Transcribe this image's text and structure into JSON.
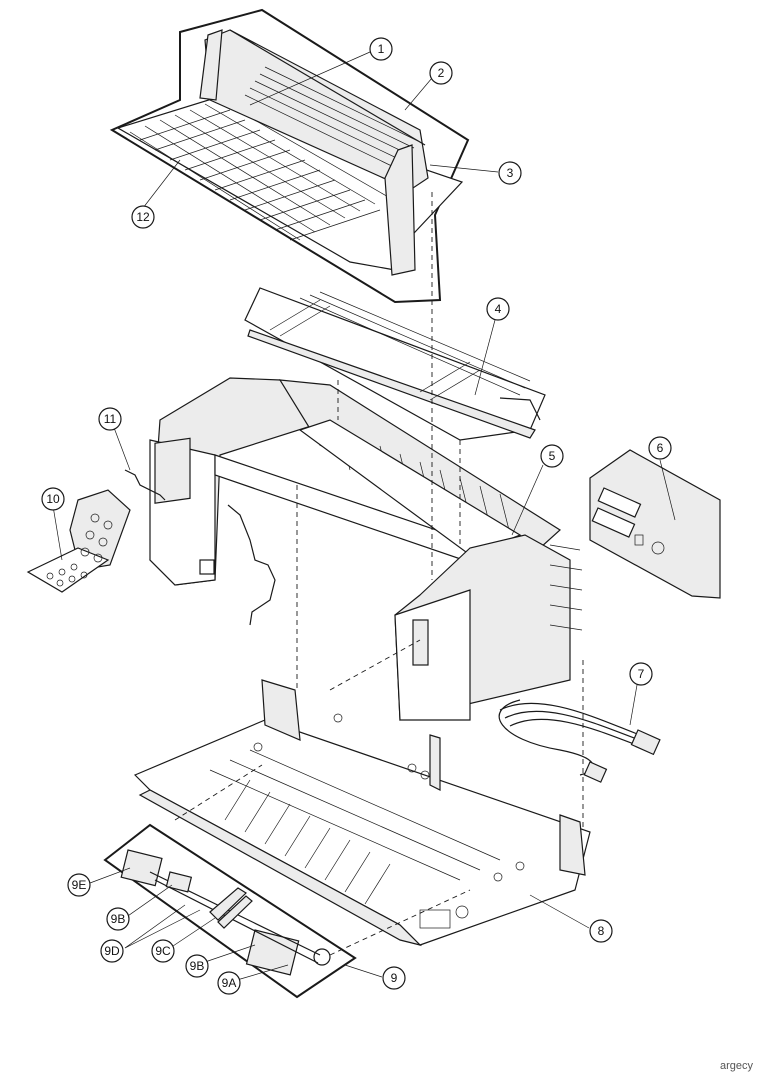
{
  "callouts": {
    "c1": "1",
    "c2": "2",
    "c3": "3",
    "c4": "4",
    "c5": "5",
    "c6": "6",
    "c7": "7",
    "c8": "8",
    "c9": "9",
    "c10": "10",
    "c11": "11",
    "c12": "12",
    "c9A": "9A",
    "c9B_top": "9B",
    "c9B_bottom": "9B",
    "c9C": "9C",
    "c9D": "9D",
    "c9E": "9E"
  },
  "watermark": "argecy"
}
